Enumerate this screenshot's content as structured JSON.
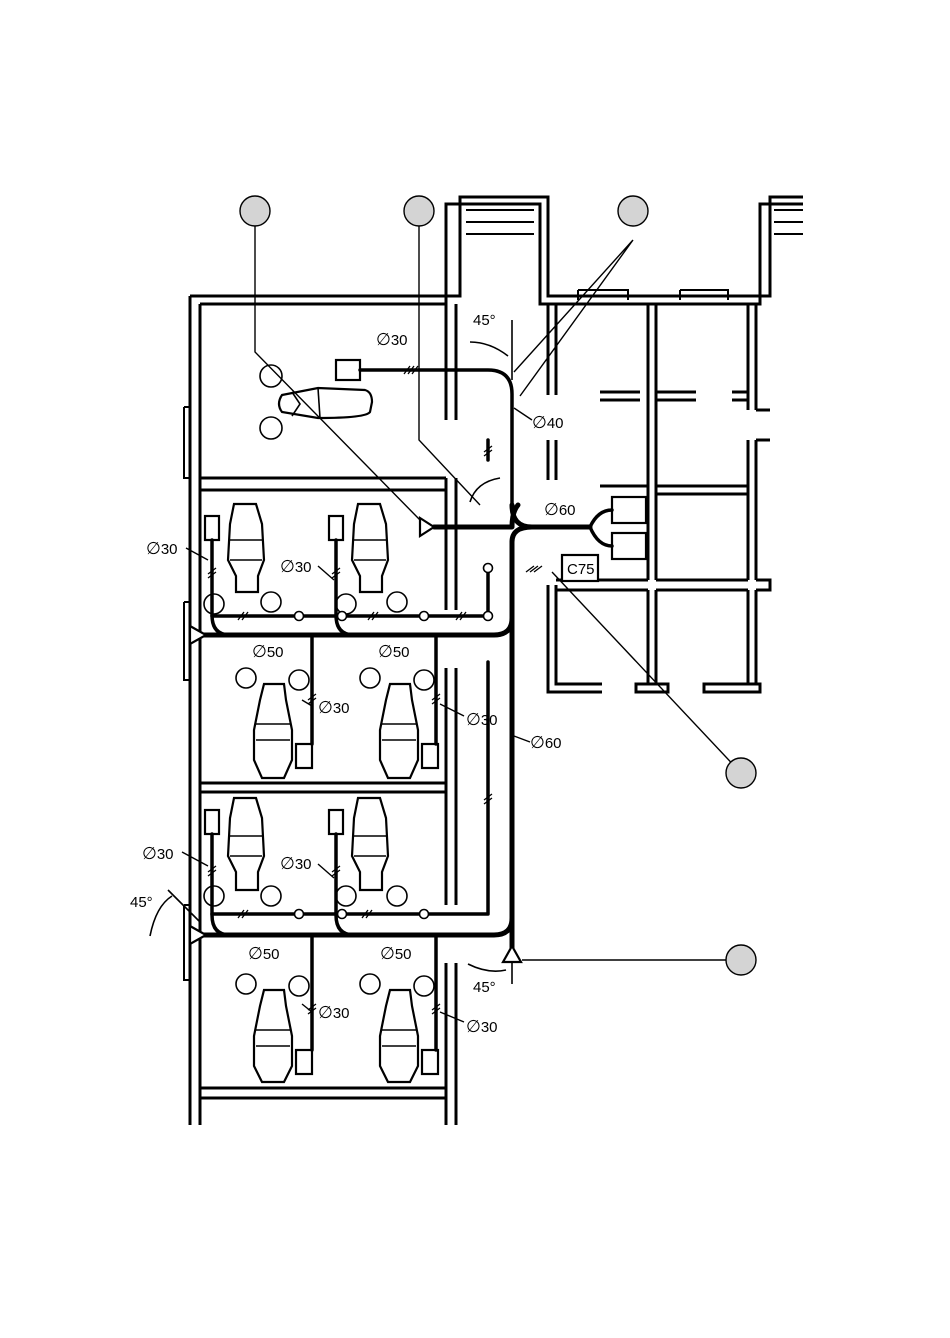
{
  "labels": {
    "d30_top": "30",
    "d40": "40",
    "d60_branch": "60",
    "c75": "C75",
    "d30_left1": "30",
    "d30_mid1": "30",
    "d50_left1": "50",
    "d50_mid1": "50",
    "d30_lower1a": "30",
    "d30_lower1b": "30",
    "d60_main": "60",
    "d30_left2": "30",
    "d30_mid2": "30",
    "d50_left2": "50",
    "d50_mid2": "50",
    "d30_lower2a": "30",
    "d30_lower2b": "30",
    "angle_top": "45°",
    "angle_left": "45°",
    "angle_bottom": "45°"
  },
  "diameter_symbol": "∅",
  "colors": {
    "callout": "#d4d4d4",
    "line": "#000000"
  }
}
